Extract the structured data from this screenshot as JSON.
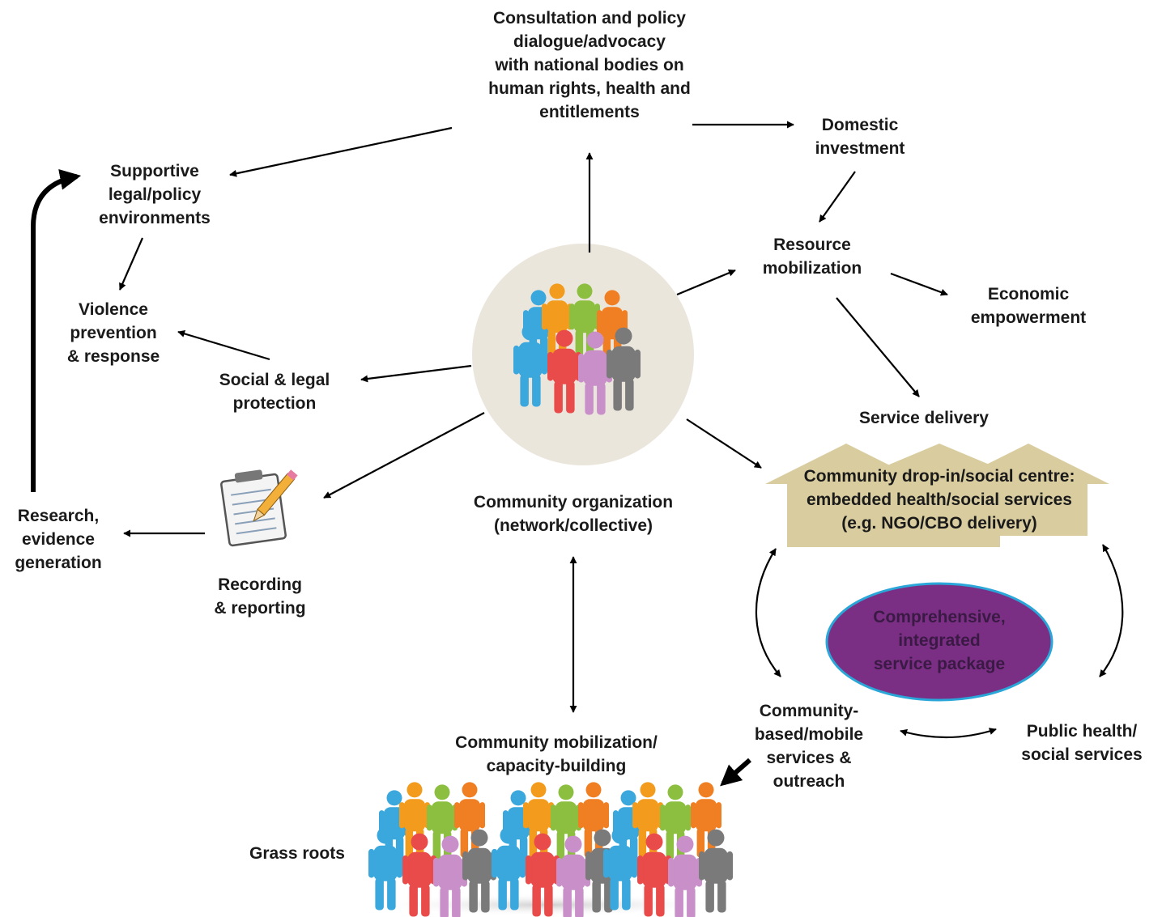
{
  "nodes": {
    "consultation": "Consultation and policy\ndialogue/advocacy\nwith national bodies on\nhuman rights, health and\nentitlements",
    "domestic_investment": "Domestic\ninvestment",
    "supportive_env": "Supportive\nlegal/policy\nenvironments",
    "resource_mobilization": "Resource\nmobilization",
    "economic_empowerment": "Economic\nempowerment",
    "violence_prevention": "Violence\nprevention\n& response",
    "social_legal_protection": "Social & legal\nprotection",
    "service_delivery": "Service delivery",
    "drop_in_centre": "Community drop-in/social centre:\nembedded health/social services\n(e.g. NGO/CBO delivery)",
    "research": "Research,\nevidence\ngeneration",
    "recording_reporting": "Recording\n& reporting",
    "community_organization": "Community organization\n(network/collective)",
    "service_package": "Comprehensive,\nintegrated\nservice package",
    "community_based_services": "Community-\nbased/mobile\nservices &\noutreach",
    "public_health": "Public health/\nsocial services",
    "community_mobilization": "Community mobilization/\ncapacity-building",
    "grass_roots": "Grass roots"
  },
  "colors": {
    "circle_fill": "#ebe6dc",
    "house_fill": "#d9cda0",
    "ellipse_fill": "#7b2f84",
    "ellipse_stroke": "#2aa6d8",
    "arrow": "#000000",
    "people": [
      "#3aa7dd",
      "#f39b1c",
      "#8cbf3f",
      "#f07f23",
      "#e94b4b",
      "#c98fc9",
      "#7a7a7a"
    ]
  },
  "icons": {
    "people_group": "people-group-icon",
    "notepad": "notepad-pencil-icon",
    "crowd": "crowd-icon"
  }
}
